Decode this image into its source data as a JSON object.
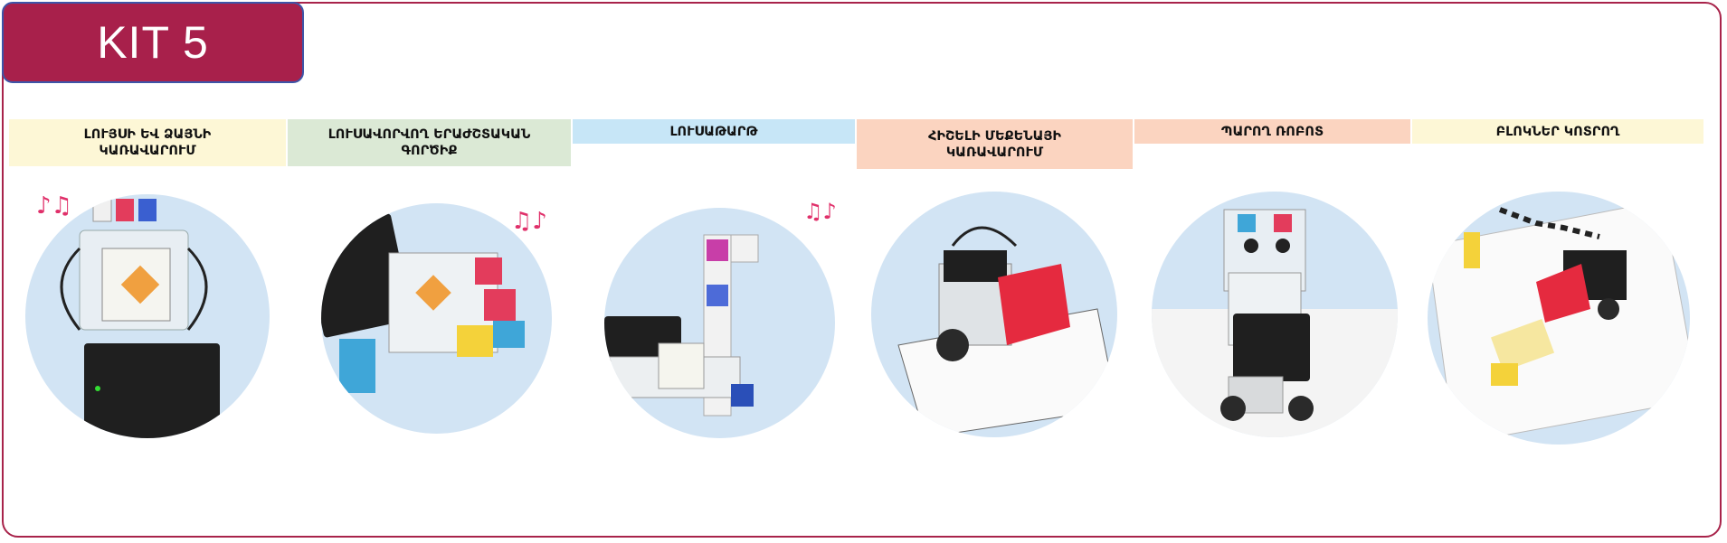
{
  "title": "KIT 5",
  "colors": {
    "brand": "#a8204b",
    "frame": "#a8234a",
    "circle": "#d2e4f4"
  },
  "projects": [
    {
      "label": "ԼՈՒՅՍԻ ԵՎ ՁԱՅՆԻ\nԿԱՌԱՎԱՐՈՒՄ",
      "bg": "#fdf7d6"
    },
    {
      "label": "ԼՈՒՍԱՎՈՐՎՈՂ ԵՐԱԺՇՏԱԿԱՆ\nԳՈՐԾԻՔ",
      "bg": "#dbe9d5"
    },
    {
      "label": "ԼՈՒՍԱԹԱՐԹ",
      "bg": "#c7e6f7"
    },
    {
      "label": "ՀԻՇԵԼԻ ՄԵՔԵՆԱՅԻ\nԿԱՌԱՎԱՐՈՒՄ",
      "bg": "#fbd4c0"
    },
    {
      "label": "ՊԱՐՈՂ ՌՈԲՈՏ",
      "bg": "#fbd4c0"
    },
    {
      "label": "ԲԼՈԿՆԵՐ ԿՈՏՐՈՂ",
      "bg": "#fdf7d6"
    }
  ]
}
